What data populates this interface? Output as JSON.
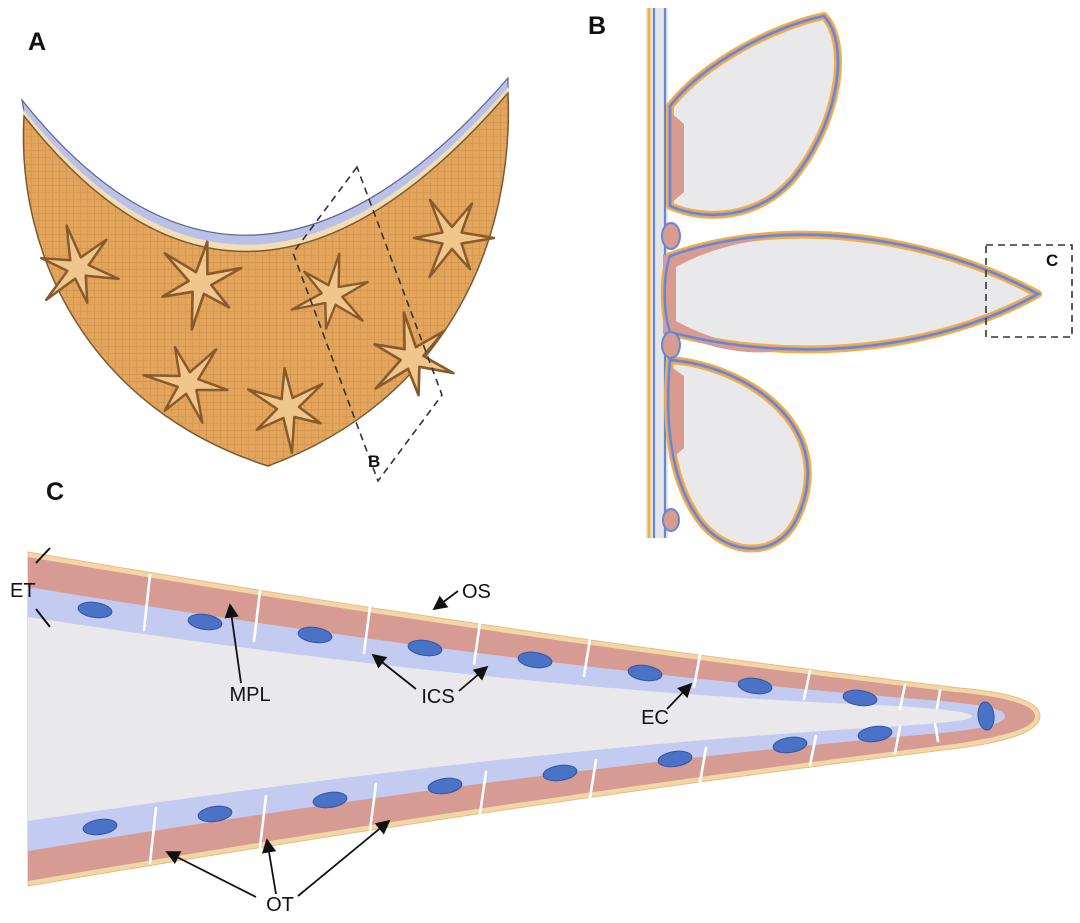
{
  "figure": {
    "panel_a": {
      "label": "A",
      "inset_box_label": "B"
    },
    "panel_b": {
      "label": "B",
      "inset_box_label": "C"
    },
    "panel_c": {
      "label": "C",
      "annotations": {
        "et": "ET",
        "os": "OS",
        "mpl": "MPL",
        "ics": "ICS",
        "ec": "EC",
        "ot": "OT"
      }
    }
  },
  "colors": {
    "body_orange": "#e3a45c",
    "star_fill": "#f1c68c",
    "star_stroke": "#8a5a2a",
    "membrane_lavender": "#b9c1e8",
    "membrane_tan": "#f3ddb5",
    "outline_yellow": "#f2b23a",
    "outline_blue": "#6488d8",
    "tissue_pink": "#d79b90",
    "lumen_gray": "#e9e9ec",
    "cuticle_tan": "#f4d6a6",
    "tegument_salmon": "#d69c93",
    "cell_lavender": "#c4cbf1",
    "nucleus_blue": "#4a72c6"
  }
}
